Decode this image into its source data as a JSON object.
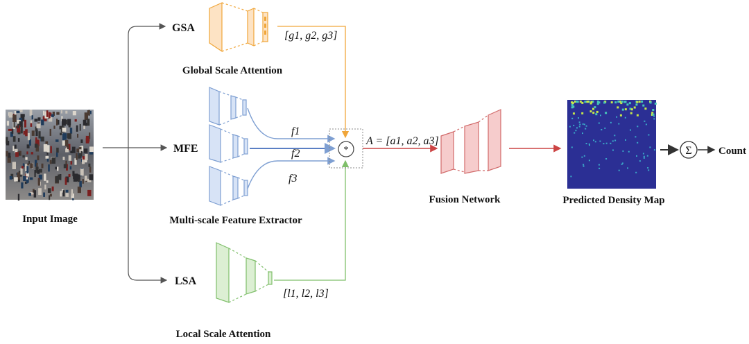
{
  "labels": {
    "input_image": "Input Image",
    "gsa": "GSA",
    "gsa_full": "Global Scale Attention",
    "mfe": "MFE",
    "mfe_full": "Multi-scale Feature Extractor",
    "lsa": "LSA",
    "lsa_full": "Local Scale Attention",
    "fusion": "Fusion Network",
    "density": "Predicted Density Map",
    "count": "Count"
  },
  "math": {
    "g_vector": "[g1, g2, g3]",
    "l_vector": "[l1, l2, l3]",
    "f1": "f1",
    "f2": "f2",
    "f3": "f3",
    "a_vector": "A = [a1, a2, a3]",
    "multiply": "*",
    "sum": "Σ"
  },
  "colors": {
    "gsa": "#f0a63a",
    "gsa_fill": "#fde3c4",
    "mfe": "#7e9fd2",
    "mfe_fill": "#d7e3f6",
    "lsa": "#7fbf6a",
    "lsa_fill": "#dcefd3",
    "fusion": "#d16a6a",
    "fusion_fill": "#f6cccc",
    "line": "#555555",
    "density_bg": "#2b2f94"
  }
}
